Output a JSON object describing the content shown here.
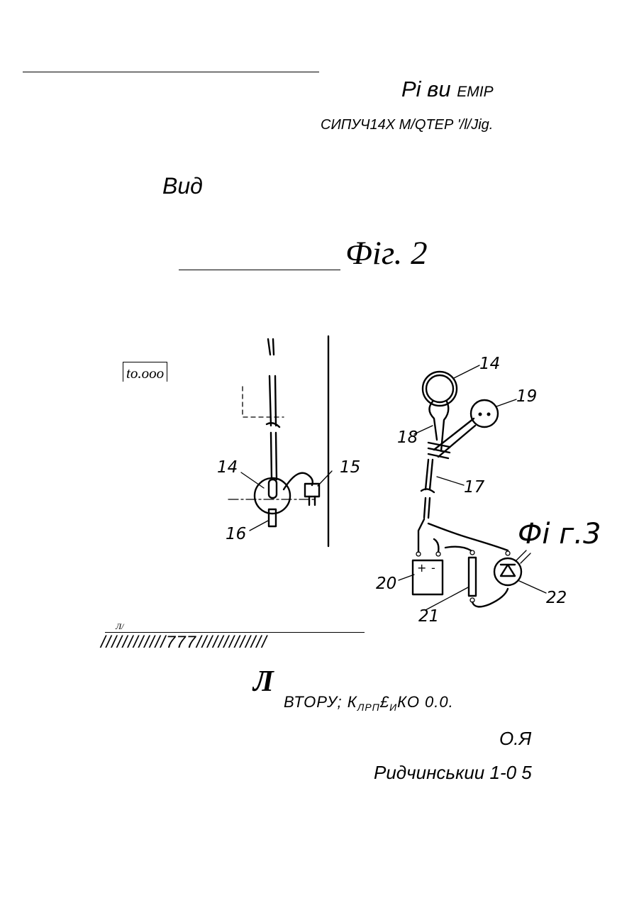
{
  "header": {
    "line1": "Рі ви",
    "line1_small": "EMIP",
    "line2": "СИПУЧ14Х  М/QТЕР '/l/Jig."
  },
  "view_label": "Вид",
  "fig2_label": "Фіг. 2",
  "ref_box": "to.ooo",
  "drawing": {
    "left_labels": [
      "14",
      "15",
      "16"
    ],
    "right_labels": [
      "14",
      "19",
      "18",
      "17",
      "20",
      "21",
      "22"
    ],
    "fig3_label": "Фі г.3",
    "battery_plus": "+",
    "battery_minus": "-"
  },
  "ground": {
    "small_mark": "Л/",
    "hatch_text": "////////////777/////////////"
  },
  "footer": {
    "big_letter": "Л",
    "author_line_prefix": "ВТОРУ; К",
    "author_sub1": "ЛРП",
    "author_mid": "£",
    "author_sub2": "И",
    "author_end": "КО 0.0.",
    "initials": "О.Я",
    "signature": "Ридчинськии 1-0 5"
  }
}
